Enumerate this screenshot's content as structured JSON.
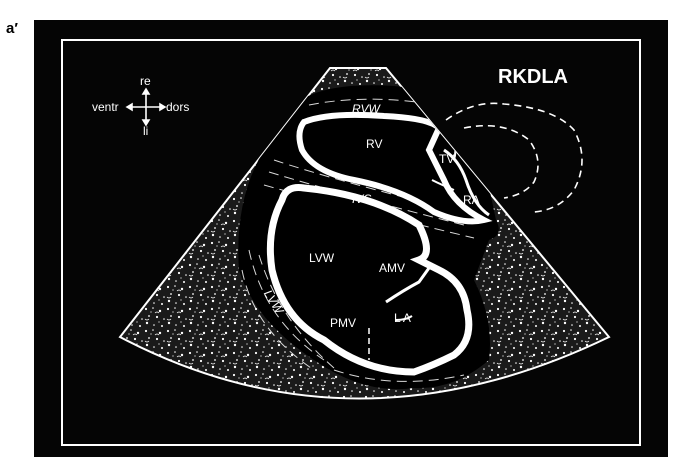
{
  "panel_label": "a′",
  "title": "RKDLA",
  "orientation": {
    "top": "re",
    "left": "ventr",
    "right": "dors",
    "bottom": "li"
  },
  "structures": {
    "rvw": "RVW",
    "rv": "RV",
    "tv": "TV",
    "ra": "RA",
    "ivs": "IVS",
    "lvw_cavity": "LVW",
    "amv": "AMV",
    "lvw_wall": "LVW",
    "pmv": "PMV",
    "la": "L A"
  },
  "colors": {
    "background": "#050505",
    "foreground": "#ffffff",
    "page": "#ffffff"
  }
}
